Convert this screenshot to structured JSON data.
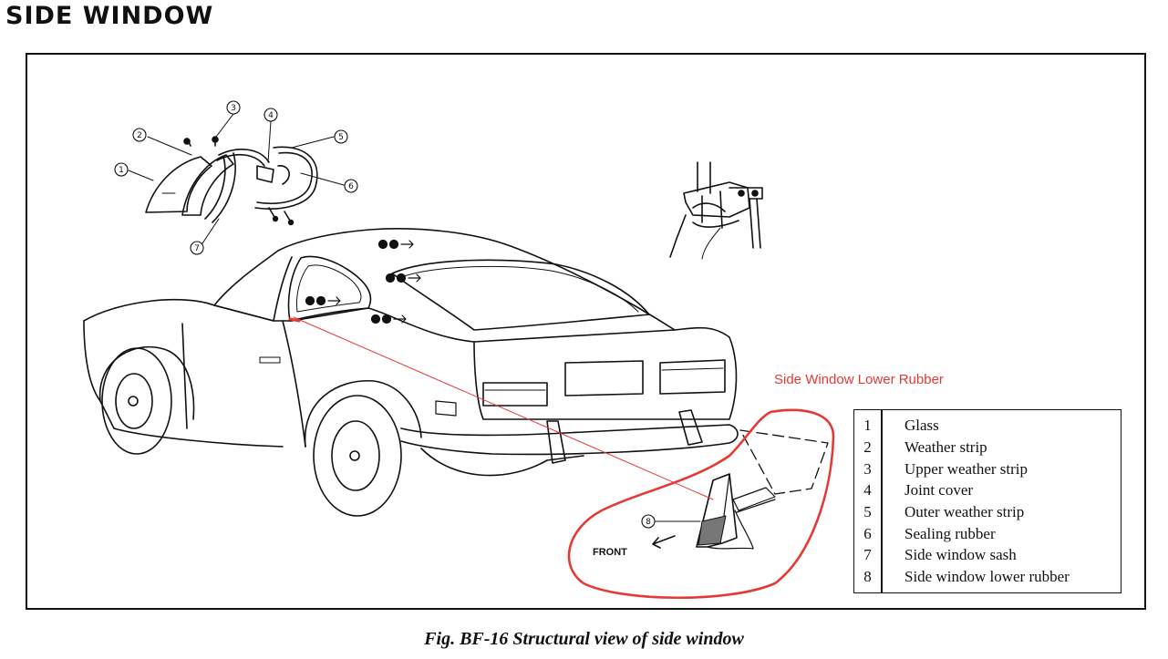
{
  "page_title": "SIDE WINDOW",
  "callout_label": "Side Window Lower Rubber",
  "front_label": "FRONT",
  "figure_caption": "Fig. BF-16  Structural view of side window",
  "part_markers": [
    "1",
    "2",
    "3",
    "4",
    "5",
    "6",
    "7",
    "8"
  ],
  "legend": [
    {
      "num": "1",
      "name": "Glass"
    },
    {
      "num": "2",
      "name": "Weather strip"
    },
    {
      "num": "3",
      "name": "Upper weather strip"
    },
    {
      "num": "4",
      "name": "Joint cover"
    },
    {
      "num": "5",
      "name": "Outer weather strip"
    },
    {
      "num": "6",
      "name": "Sealing rubber"
    },
    {
      "num": "7",
      "name": "Side window sash"
    },
    {
      "num": "8",
      "name": "Side window lower rubber"
    }
  ],
  "colors": {
    "annotation": "#e53935",
    "ink": "#111111"
  }
}
